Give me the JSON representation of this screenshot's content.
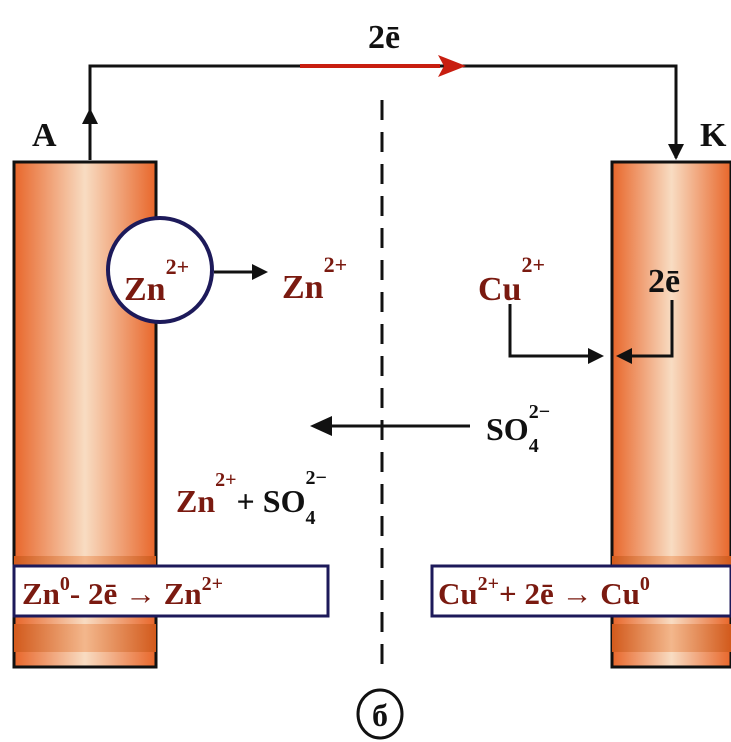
{
  "colors": {
    "electrode_edge": "#e8662a",
    "electrode_center": "#f7d6b8",
    "electrode_band": "#d9601f",
    "red_text": "#7a1a10",
    "arrow_red": "#c81e10",
    "line": "#111111"
  },
  "circuit": {
    "electron_label": "2ē"
  },
  "anode": {
    "label": "A",
    "ion_in_circle": "Zn",
    "ion_in_circle_charge": "2+",
    "released_ion": "Zn",
    "released_ion_charge": "2+",
    "equation": {
      "p1": "Zn",
      "sup1": "0",
      "p2": "- 2ē → Zn",
      "sup2": "2+"
    }
  },
  "cathode": {
    "label": "K",
    "ion": "Cu",
    "ion_charge": "2+",
    "electrons": "2ē",
    "equation": {
      "p1": "Cu",
      "sup1": "2+",
      "p2": "+ 2ē → Cu",
      "sup2": "0"
    }
  },
  "solution": {
    "sulfate": "SO",
    "sulfate_sub": "4",
    "sulfate_charge": "2−",
    "product_p1": "Zn",
    "product_sup1": "2+",
    "product_p2": "+ SO",
    "product_sub": "4",
    "product_sup2": "2−"
  },
  "separator_label": "б"
}
